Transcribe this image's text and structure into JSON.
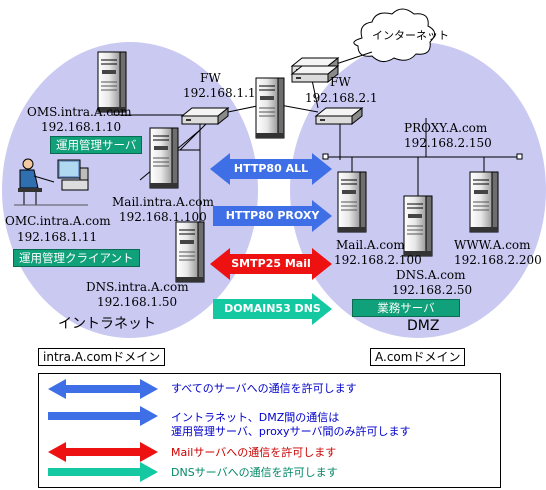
{
  "colors": {
    "zone_fill": "#c9c9f2",
    "blue_arrow": "#3f6fe6",
    "red_arrow": "#ee1111",
    "teal_arrow": "#14c9a1",
    "label_green": "#10a07a",
    "legend_blue_text": "#0000cc",
    "legend_red_text": "#cc0000",
    "legend_teal_text": "#008866"
  },
  "internet": {
    "label": "インターネット"
  },
  "firewalls": [
    {
      "label": "FW",
      "ip": "192.168.1.1"
    },
    {
      "label": "FW",
      "ip": "192.168.2.1"
    }
  ],
  "intranet": {
    "zone_label": "イントラネット",
    "domain_label": "intra.A.comドメイン",
    "oms": {
      "name": "OMS.intra.A.com",
      "ip": "192.168.1.10",
      "role": "運用管理サーバ"
    },
    "omc": {
      "name": "OMC.intra.A.com",
      "ip": "192.168.1.11",
      "role": "運用管理クライアント"
    },
    "mail": {
      "name": "Mail.intra.A.com",
      "ip": "192.168.1.100"
    },
    "dns": {
      "name": "DNS.intra.A.com",
      "ip": "192.168.1.50"
    }
  },
  "dmz": {
    "zone_label": "DMZ",
    "domain_label": "A.comドメイン",
    "proxy": {
      "name": "PROXY.A.com",
      "ip": "192.168.2.150"
    },
    "mail": {
      "name": "Mail.A.com",
      "ip": "192.168.2.100"
    },
    "dns": {
      "name": "DNS.A.com",
      "ip": "192.168.2.50"
    },
    "www": {
      "name": "WWW.A.com",
      "ip": "192.168.2.200"
    },
    "group_label": "業務サーバ"
  },
  "flows": [
    {
      "label": "HTTP80 ALL",
      "color": "blue"
    },
    {
      "label": "HTTP80 PROXY",
      "color": "blue"
    },
    {
      "label": "SMTP25 Mail",
      "color": "red"
    },
    {
      "label": "DOMAIN53 DNS",
      "color": "teal"
    }
  ],
  "legend": [
    {
      "text": "すべてのサーバへの通信を許可します",
      "color": "blue",
      "type": "double"
    },
    {
      "text_line1": "イントラネット、DMZ間の通信は",
      "text_line2": "運用管理サーバ、proxyサーバ間のみ許可します",
      "color": "blue",
      "type": "right"
    },
    {
      "text": "Mailサーバへの通信を許可します",
      "color": "red",
      "type": "double"
    },
    {
      "text": "DNSサーバへの通信を許可します",
      "color": "teal",
      "type": "right"
    }
  ]
}
